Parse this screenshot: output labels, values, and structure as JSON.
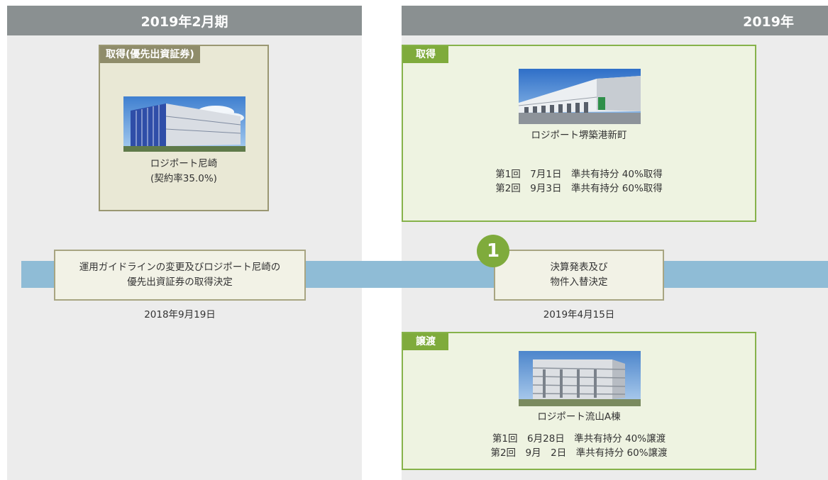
{
  "headers": {
    "left": "2019年2月期",
    "right": "2019年"
  },
  "preferred_card": {
    "tag": "取得(優先出資証券)",
    "property_name": "ロジポート尼崎",
    "ratio": "(契約率35.0%)"
  },
  "acquisition_card": {
    "tag": "取得",
    "property_name": "ロジポート堺築港新町",
    "lines": [
      "第1回　7月1日　準共有持分 40%取得",
      "第2回　9月3日　準共有持分 60%取得"
    ]
  },
  "transfer_card": {
    "tag": "譲渡",
    "property_name": "ロジポート流山A棟",
    "lines": [
      "第1回　6月28日　準共有持分 40%譲渡",
      "第2回　9月　2日　準共有持分 60%譲渡"
    ]
  },
  "events": {
    "left": {
      "line1": "運用ガイドラインの変更及びロジポート尼崎の",
      "line2": "優先出資証券の取得決定",
      "date": "2018年9月19日"
    },
    "right": {
      "badge": "1",
      "line1": "決算発表及び",
      "line2": "物件入替決定",
      "date": "2019年4月15日"
    }
  }
}
